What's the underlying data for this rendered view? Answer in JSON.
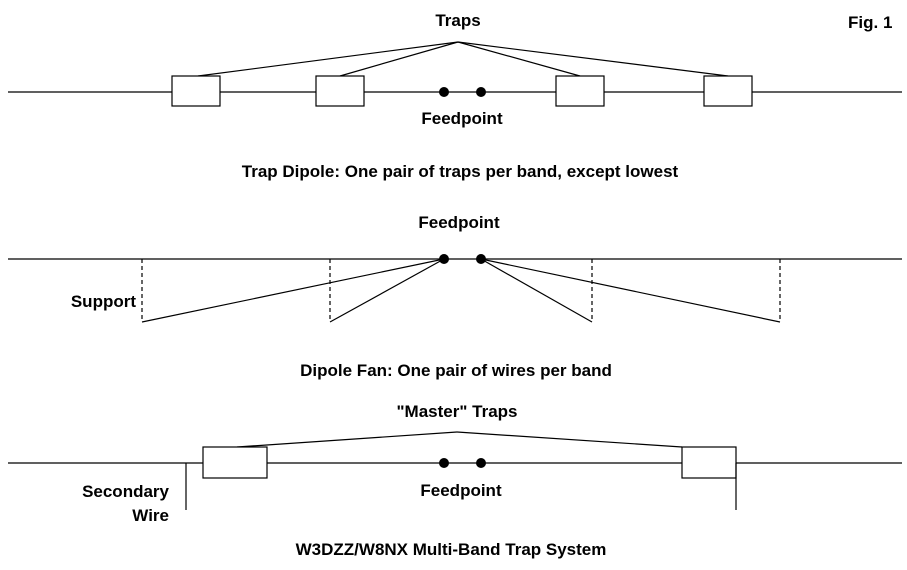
{
  "figure": {
    "label": "Fig. 1"
  },
  "trap_dipole": {
    "traps_label": "Traps",
    "feedpoint_label": "Feedpoint",
    "caption": "Trap Dipole:  One pair of traps per band, except lowest"
  },
  "dipole_fan": {
    "feedpoint_label": "Feedpoint",
    "support_label": "Support",
    "caption": "Dipole Fan:  One pair of wires per band"
  },
  "w3dzz": {
    "master_traps_label": "\"Master\" Traps",
    "feedpoint_label": "Feedpoint",
    "secondary_label_line1": "Secondary",
    "secondary_label_line2": "Wire",
    "caption": "W3DZZ/W8NX Multi-Band Trap System"
  }
}
